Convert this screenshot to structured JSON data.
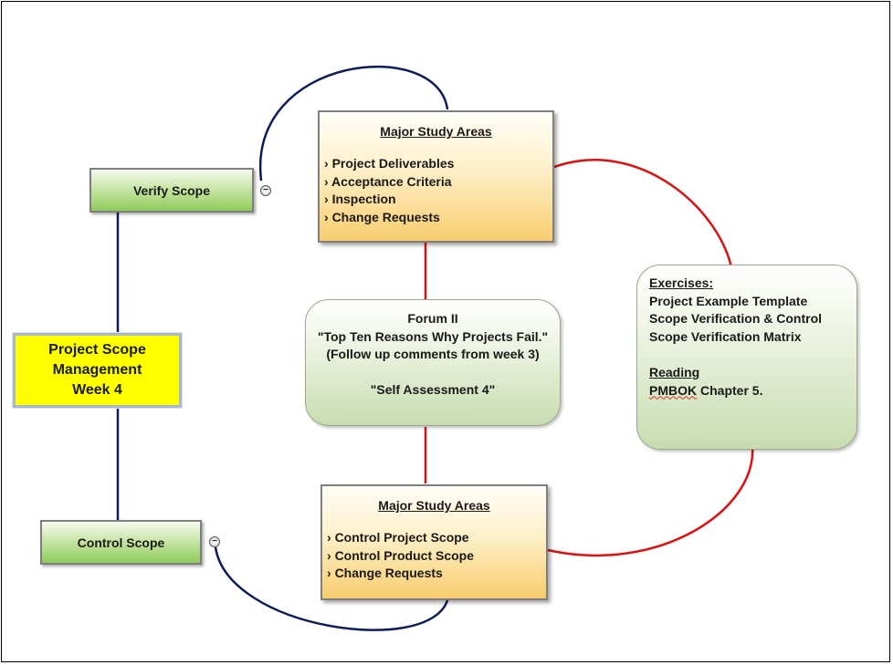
{
  "center": {
    "lines": [
      "Project Scope",
      "Management",
      "Week 4"
    ],
    "color": "#ffff00"
  },
  "verify_scope": {
    "label": "Verify Scope"
  },
  "control_scope": {
    "label": "Control Scope"
  },
  "study_top": {
    "title": "Major Study Areas",
    "items": [
      "Project Deliverables",
      "Acceptance Criteria",
      "Inspection",
      "Change Requests"
    ]
  },
  "study_bottom": {
    "title": "Major Study Areas",
    "items": [
      "Control Project Scope",
      "Control Product Scope",
      "Change Requests"
    ]
  },
  "forum": {
    "lines": [
      "Forum II",
      "\"Top Ten Reasons Why Projects Fail.\"",
      "(Follow up comments from week 3)",
      "",
      "\"Self Assessment 4\""
    ]
  },
  "exercises": {
    "heading": "Exercises:",
    "items": [
      "Project Example Template",
      "Scope Verification & Control",
      "Scope Verification Matrix"
    ],
    "reading_heading": "Reading",
    "reading_word": "PMBOK",
    "reading_rest": " Chapter 5."
  },
  "collapse_glyph": "−",
  "colors": {
    "blue_link": "#0d1d5c",
    "red_link": "#e01010"
  }
}
